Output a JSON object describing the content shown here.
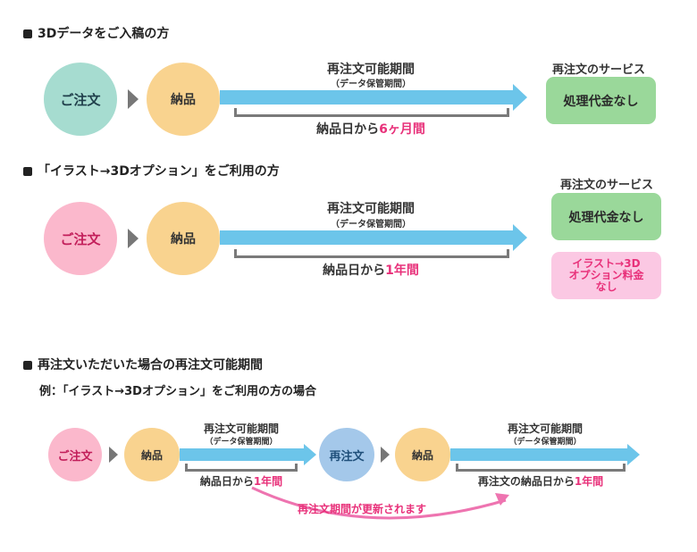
{
  "section1": {
    "heading": "3Dデータをご入稿の方",
    "order_label": "ご注文",
    "delivery_label": "納品",
    "period_title": "再注文可能期間",
    "period_sub": "（データ保管期間）",
    "duration_prefix": "納品日から",
    "duration_value": "6ヶ月間",
    "service_title": "再注文のサービス",
    "service_1": "処理代金なし"
  },
  "section2": {
    "heading": "「イラスト→3Dオプション」をご利用の方",
    "order_label": "ご注文",
    "delivery_label": "納品",
    "period_title": "再注文可能期間",
    "period_sub": "（データ保管期間）",
    "duration_prefix": "納品日から",
    "duration_value": "1年間",
    "service_title": "再注文のサービス",
    "service_1": "処理代金なし",
    "service_2_line1": "イラスト→3D",
    "service_2_line2": "オプション料金",
    "service_2_line3": "なし"
  },
  "section3": {
    "heading": "再注文いただいた場合の再注文可能期間",
    "example": "例：「イラスト→3Dオプション」をご利用の方の場合",
    "order_label": "ご注文",
    "delivery_label": "納品",
    "period_title": "再注文可能期間",
    "period_sub": "（データ保管期間）",
    "duration_prefix": "納品日から",
    "duration_value": "1年間",
    "reorder_label": "再注文",
    "delivery2_label": "納品",
    "period2_title": "再注文可能期間",
    "period2_sub": "（データ保管期間）",
    "duration2_prefix": "再注文の納品日から",
    "duration2_value": "1年間",
    "renewal_note": "再注文期間が更新されます"
  },
  "colors": {
    "teal_circle": "#a6dcd0",
    "yellow_circle": "#f9d38f",
    "pink_circle": "#fbb8cc",
    "blue_circle": "#a4c8ea",
    "arrow_blue": "#6cc5ea",
    "accent_pink": "#e8317a",
    "service_green": "#9ad89a",
    "service_pink": "#fbc8e3"
  }
}
